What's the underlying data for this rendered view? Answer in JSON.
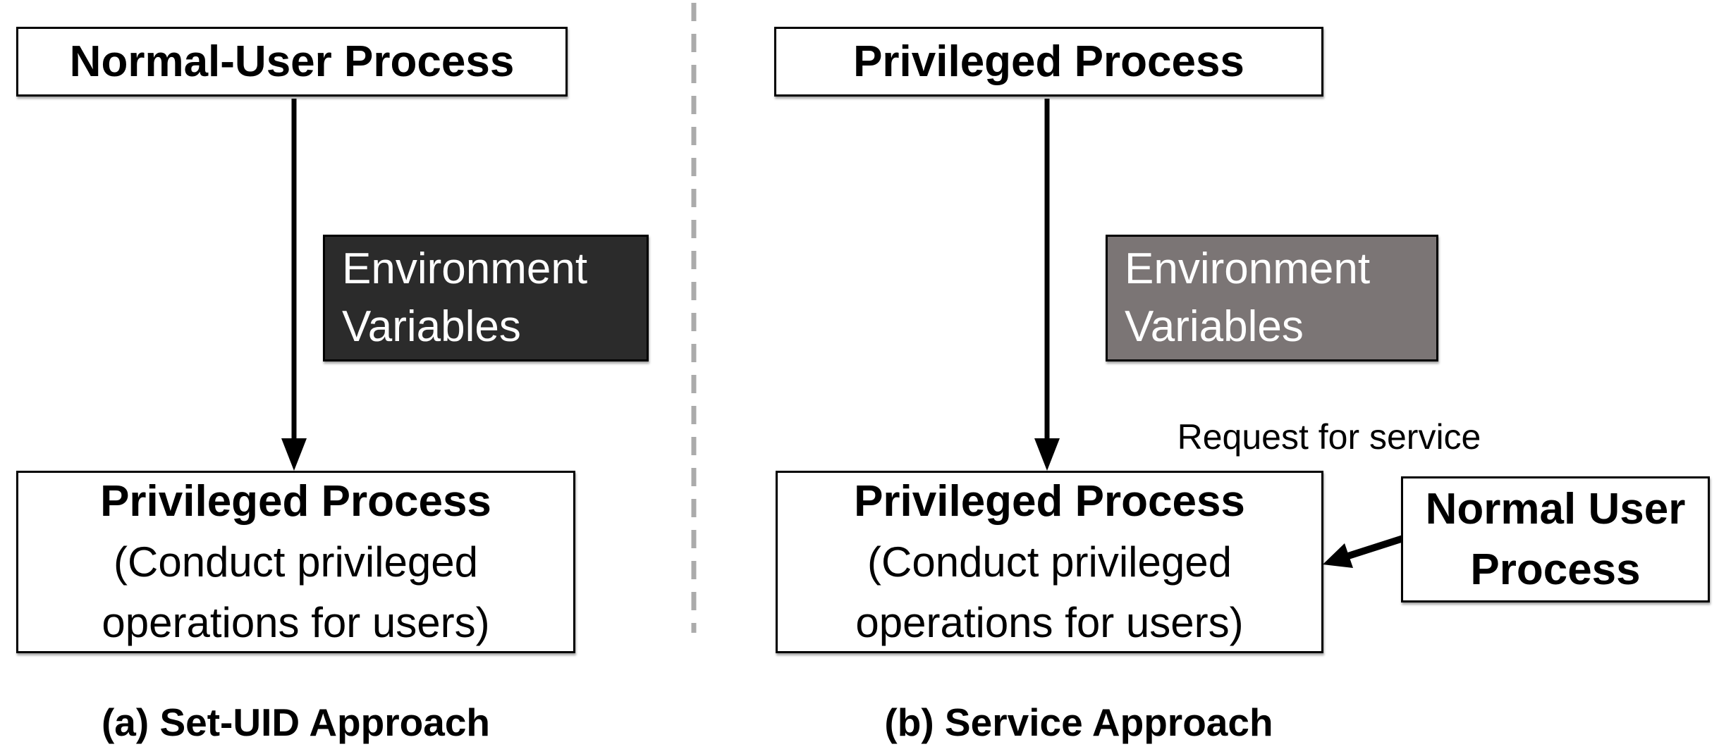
{
  "diagram": {
    "panels": [
      {
        "id": "a",
        "top_box": "Normal-User Process",
        "env_box": [
          "Environment",
          "Variables"
        ],
        "bottom_box": {
          "title": "Privileged Process",
          "line2": "(Conduct privileged",
          "line3": "operations for users)"
        },
        "caption": "(a) Set-UID Approach"
      },
      {
        "id": "b",
        "top_box": "Privileged Process",
        "env_box": [
          "Environment",
          "Variables"
        ],
        "bottom_box": {
          "title": "Privileged Process",
          "line2": "(Conduct privileged",
          "line3": "operations for users)"
        },
        "request_label": "Request for service",
        "user_box": [
          "Normal User",
          "Process"
        ],
        "caption": "(b) Service Approach"
      }
    ],
    "colors": {
      "env_dark": "#2b2b2b",
      "env_gray": "#7b7575",
      "divider": "#ababab",
      "arrow": "#000000",
      "box_border": "#000000",
      "text": "#000000",
      "env_text": "#ffffff"
    }
  }
}
